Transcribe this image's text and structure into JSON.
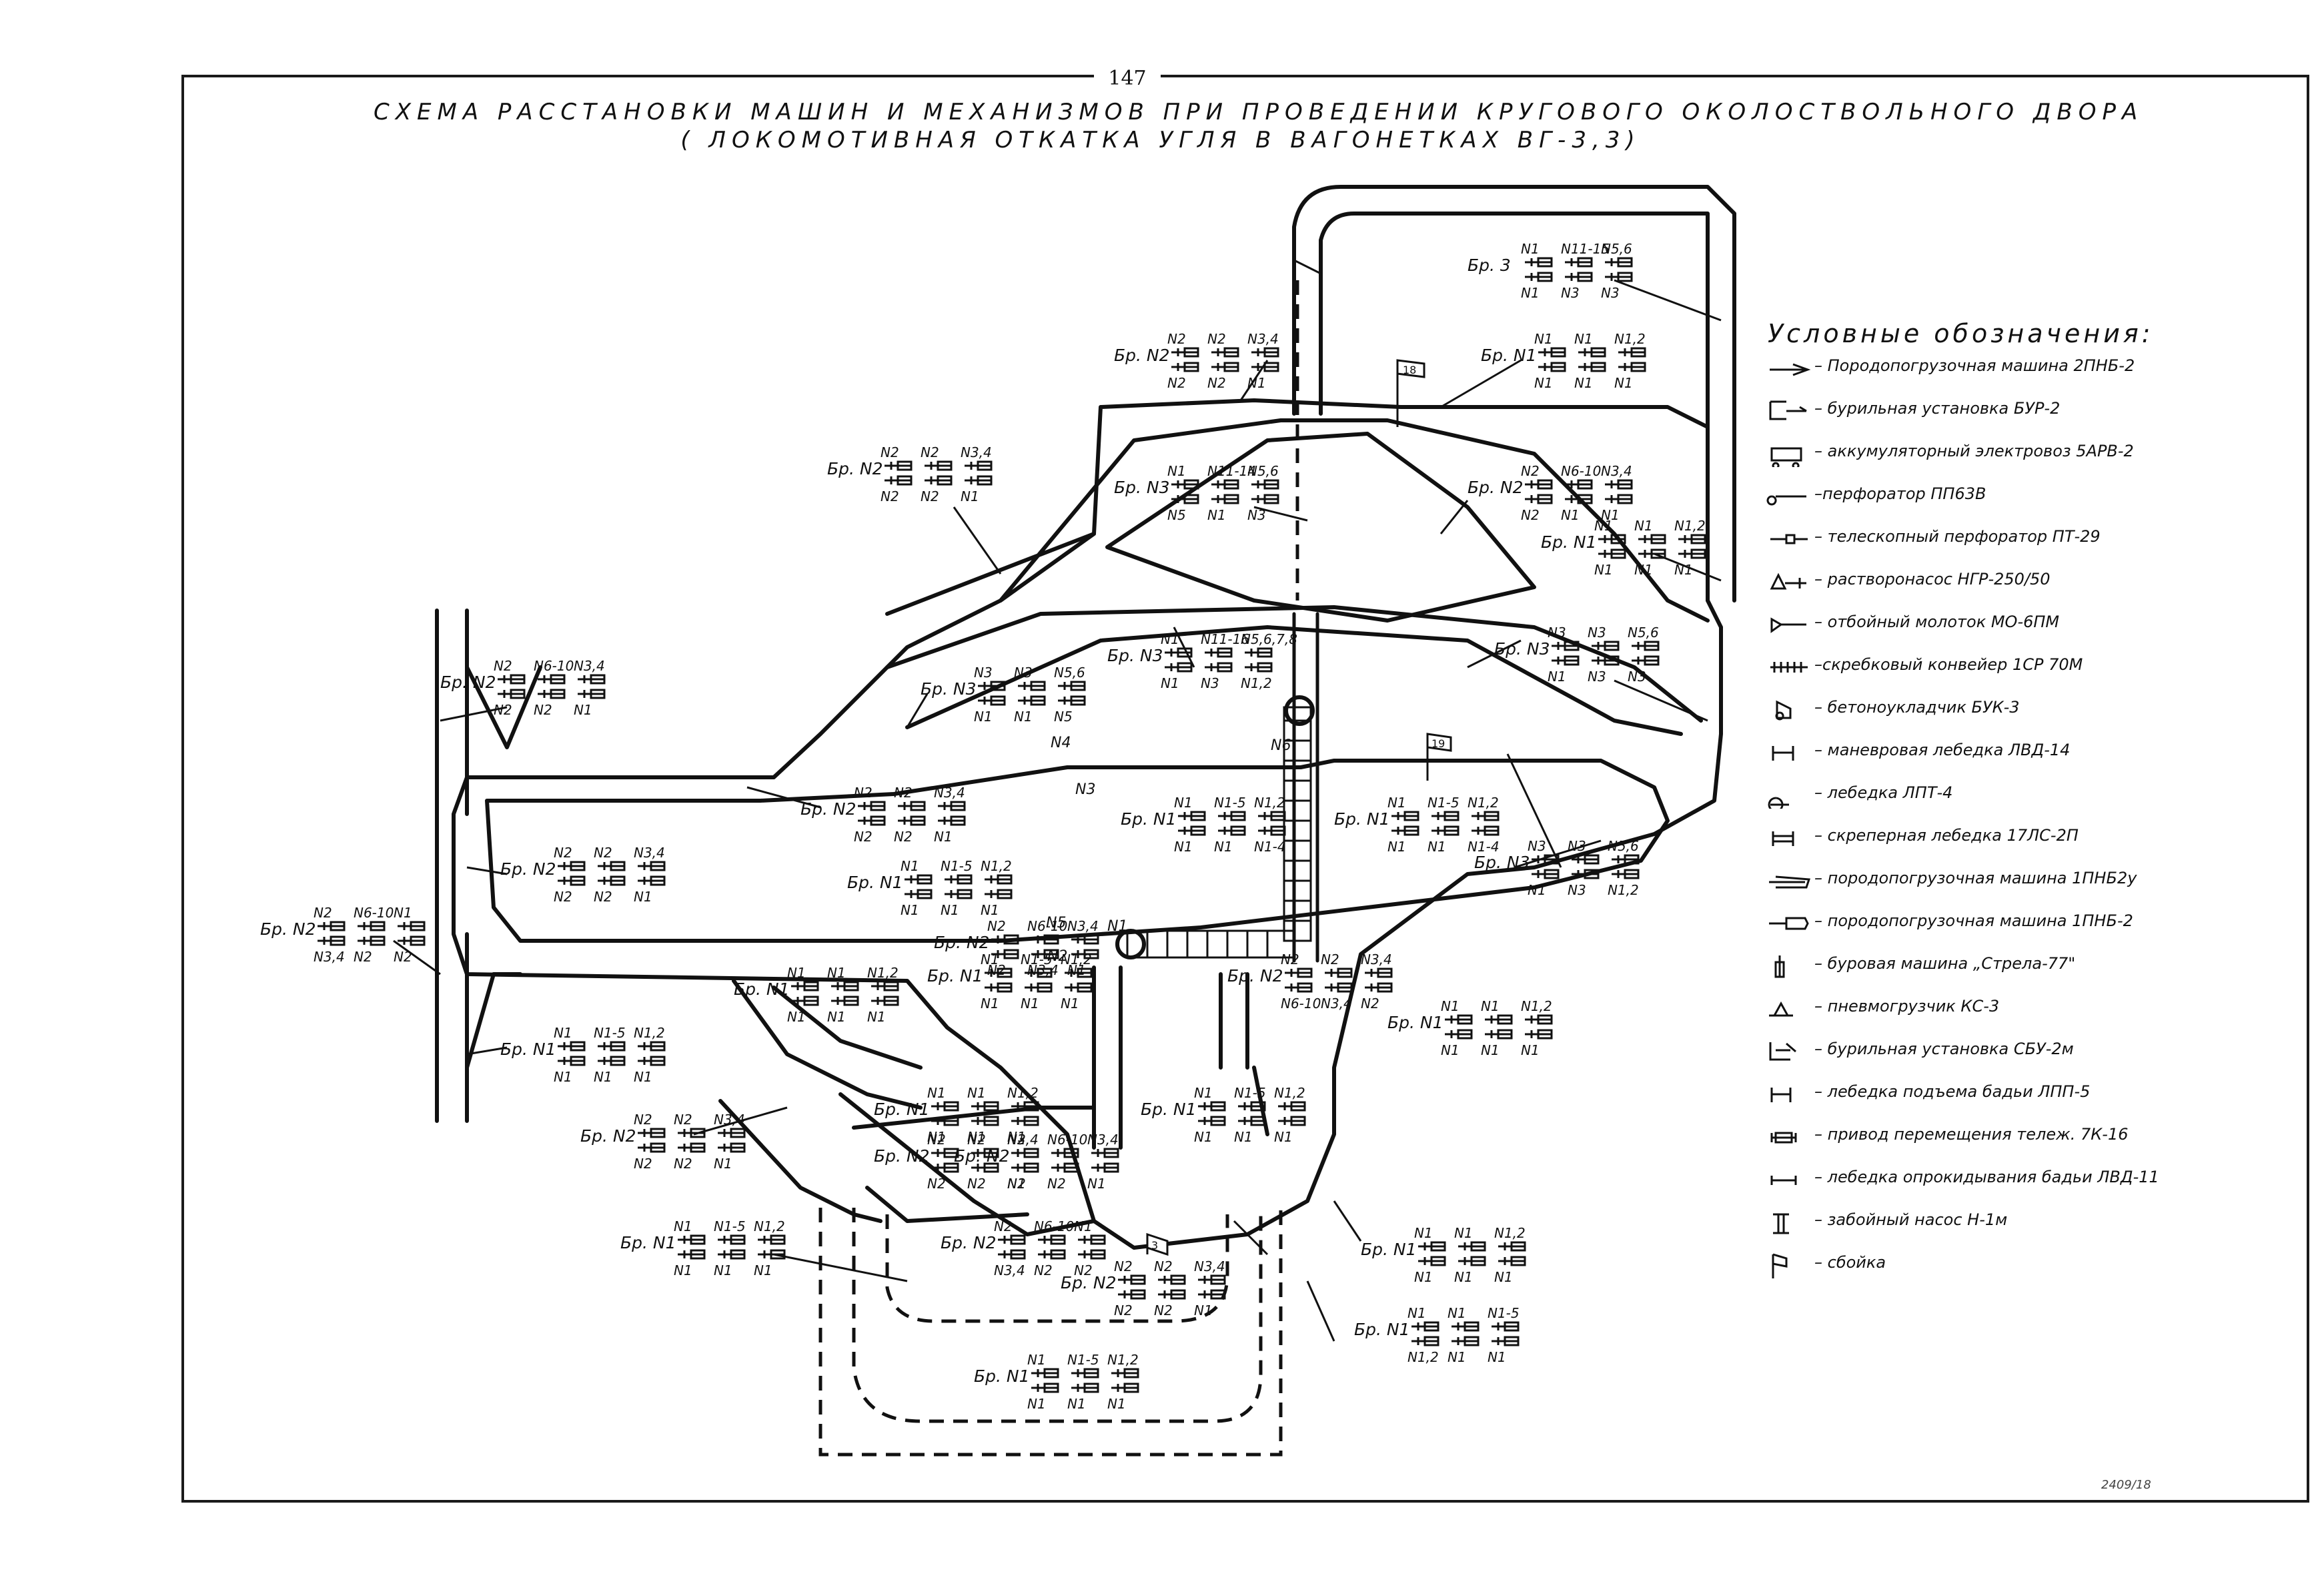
{
  "page_number": "147",
  "title": {
    "line1": "СХЕМА РАССТАНОВКИ МАШИН И МЕХАНИЗМОВ ПРИ ПРОВЕДЕНИИ КРУГОВОГО ОКОЛОСТВОЛЬНОГО ДВОРА",
    "line2": "( ЛОКОМОТИВНАЯ ОТКАТКА УГЛЯ В ВАГОНЕТКАХ ВГ-3,3)"
  },
  "legend": {
    "heading": "Условные обозначения:",
    "items": [
      {
        "icon": "loader-2pnb2-icon",
        "label": "– Породопогрузочная машина 2ПНБ-2"
      },
      {
        "icon": "drill-rig-bur2-icon",
        "label": "– бурильная установка БУР-2"
      },
      {
        "icon": "battery-locomotive-icon",
        "label": "– аккумуляторный электровоз 5АРВ-2"
      },
      {
        "icon": "perforator-icon",
        "label": "–перфоратор ПП63В"
      },
      {
        "icon": "telescopic-perforator-icon",
        "label": "– телескопный перфоратор ПТ-29"
      },
      {
        "icon": "mortar-pump-icon",
        "label": "– растворонасос НГР-250/50"
      },
      {
        "icon": "pick-hammer-icon",
        "label": "– отбойный молоток МО-6ПМ"
      },
      {
        "icon": "scraper-conveyor-icon",
        "label": "–скребковый конвейер 1СР 70М"
      },
      {
        "icon": "concrete-placer-icon",
        "label": "– бетоноукладчик БУК-3"
      },
      {
        "icon": "shunting-winch-icon",
        "label": "– маневровая лебедка ЛВД-14"
      },
      {
        "icon": "winch-lpt-icon",
        "label": "– лебедка ЛПТ-4"
      },
      {
        "icon": "scraper-winch-icon",
        "label": "– скреперная лебедка 17ЛС-2П"
      },
      {
        "icon": "loader-1pnb2u-icon",
        "label": "– породопогрузочная машина 1ПНБ2у"
      },
      {
        "icon": "loader-1pnb2-icon",
        "label": "– породопогрузочная машина 1ПНБ-2"
      },
      {
        "icon": "drill-machine-strela-icon",
        "label": "– буровая машина „Стрела-77\""
      },
      {
        "icon": "pneumatic-loader-icon",
        "label": "– пневмогрузчик КС-3"
      },
      {
        "icon": "drill-rig-sbu-icon",
        "label": "– бурильная установка СБУ-2м"
      },
      {
        "icon": "bucket-winch-icon",
        "label": "– лебедка подъема бадьи ЛПП-5"
      },
      {
        "icon": "trolley-drive-icon",
        "label": "– привод перемещения тележ. 7К-16"
      },
      {
        "icon": "tipping-winch-icon",
        "label": "– лебедка опрокидывания бадьи ЛВД-11"
      },
      {
        "icon": "face-pump-icon",
        "label": "– забойный насос Н-1м"
      },
      {
        "icon": "junction-flag-icon",
        "label": "– сбойка"
      }
    ]
  },
  "brigades": [
    {
      "name": "Бр. 3",
      "counts": [
        "N1",
        "N11-15",
        "N5,6",
        "N1",
        "N3",
        "N3"
      ]
    },
    {
      "name": "Бр. N2",
      "counts": [
        "N2",
        "N2",
        "N3,4",
        "N2",
        "N2",
        "N1"
      ]
    },
    {
      "name": "Бр. N1",
      "counts": [
        "N1",
        "N1",
        "N1,2",
        "N1",
        "N1",
        "N1"
      ]
    },
    {
      "name": "Бр. N2",
      "counts": [
        "N2",
        "N2",
        "N3,4",
        "N2",
        "N2",
        "N1"
      ]
    },
    {
      "name": "Бр. N3",
      "counts": [
        "N1",
        "N11-14",
        "N5,6",
        "N5",
        "N1",
        "N3"
      ]
    },
    {
      "name": "Бр. N2",
      "counts": [
        "N2",
        "N6-10",
        "N3,4",
        "N2",
        "N1",
        "N1"
      ]
    },
    {
      "name": "Бр. N1",
      "counts": [
        "N1",
        "N1",
        "N1,2",
        "N1",
        "N1",
        "N1"
      ]
    },
    {
      "name": "Бр. N2",
      "counts": [
        "N2",
        "N6-10",
        "N3,4",
        "N2",
        "N2",
        "N1"
      ]
    },
    {
      "name": "Бр. N3",
      "counts": [
        "N3",
        "N3",
        "N5,6",
        "N1",
        "N3",
        "N3"
      ]
    },
    {
      "name": "Бр. N3",
      "counts": [
        "N1",
        "N11-16",
        "N5,6,7,8",
        "N1",
        "N3",
        "N1,2"
      ]
    },
    {
      "name": "Бр. N3",
      "counts": [
        "N3",
        "N3",
        "N5,6",
        "N1",
        "N1",
        "N5"
      ]
    },
    {
      "name": "Бр. N2",
      "counts": [
        "N2",
        "N2",
        "N3,4",
        "N2",
        "N2",
        "N1"
      ]
    },
    {
      "name": "Бр. N1",
      "counts": [
        "N1",
        "N1-5",
        "N1,2",
        "N1",
        "N1",
        "N1-4"
      ]
    },
    {
      "name": "Бр. N1",
      "counts": [
        "N1",
        "N1-5",
        "N1,2",
        "N1",
        "N1",
        "N1-4"
      ]
    },
    {
      "name": "Бр. N2",
      "counts": [
        "N2",
        "N2",
        "N3,4",
        "N2",
        "N2",
        "N1"
      ]
    },
    {
      "name": "Бр. N3",
      "counts": [
        "N3",
        "N3",
        "N5,6",
        "N1",
        "N3",
        "N1,2"
      ]
    },
    {
      "name": "Бр. N1",
      "counts": [
        "N1",
        "N1-5",
        "N1,2",
        "N1",
        "N1",
        "N1"
      ]
    },
    {
      "name": "Бр. N2",
      "counts": [
        "N2",
        "N6-10",
        "N1",
        "N3,4",
        "N2",
        "N2"
      ]
    },
    {
      "name": "Бр. N1",
      "counts": [
        "N1",
        "N1-5",
        "N1,2",
        "N1",
        "N1",
        "N1"
      ]
    },
    {
      "name": "Бр. N1",
      "counts": [
        "N1",
        "N1",
        "N1,2",
        "N1",
        "N1",
        "N1"
      ]
    },
    {
      "name": "Бр. N1",
      "counts": [
        "N1",
        "N1-5",
        "N1,2",
        "N1",
        "N1",
        "N1"
      ]
    },
    {
      "name": "Бр. N2",
      "counts": [
        "N2",
        "N6-10",
        "N3,4",
        "N2",
        "N3,4",
        "N1"
      ]
    },
    {
      "name": "Бр. N1",
      "counts": [
        "N1",
        "N1",
        "N1,2",
        "N1",
        "N1",
        "N1"
      ]
    },
    {
      "name": "Бр. N1",
      "counts": [
        "N1",
        "N1-5",
        "N1,2",
        "N1",
        "N1",
        "N1"
      ]
    },
    {
      "name": "Бр. N2",
      "counts": [
        "N2",
        "N2",
        "N3,4",
        "N2",
        "N2",
        "N1"
      ]
    },
    {
      "name": "Бр. N1",
      "counts": [
        "N1",
        "N1",
        "N1,2",
        "N1",
        "N1",
        "N1"
      ]
    },
    {
      "name": "Бр. N2",
      "counts": [
        "N2",
        "N2",
        "N3,4",
        "N2",
        "N2",
        "N1"
      ]
    },
    {
      "name": "Бр. N2",
      "counts": [
        "N2",
        "N6-10",
        "N3,4",
        "N2",
        "N2",
        "N1"
      ]
    },
    {
      "name": "Бр. N2",
      "counts": [
        "N2",
        "N6-10",
        "N1",
        "N3,4",
        "N2",
        "N2"
      ]
    },
    {
      "name": "Бр. N1",
      "counts": [
        "N1",
        "N1-5",
        "N1,2",
        "N1",
        "N1",
        "N1"
      ]
    },
    {
      "name": "Бр. N2",
      "counts": [
        "N2",
        "N2",
        "N3,4",
        "N2",
        "N2",
        "N1"
      ]
    },
    {
      "name": "Бр. N1",
      "counts": [
        "N1",
        "N1",
        "N1,2",
        "N1",
        "N1",
        "N1"
      ]
    },
    {
      "name": "Бр. N2",
      "counts": [
        "N2",
        "N2",
        "N3,4",
        "N6-10",
        "N3,4",
        "N2"
      ]
    },
    {
      "name": "Бр. N1",
      "counts": [
        "N1",
        "N1",
        "N1-5",
        "N1,2",
        "N1",
        "N1"
      ]
    },
    {
      "name": "Бр. N1",
      "counts": [
        "N1",
        "N1-5",
        "N1,2",
        "N1",
        "N1",
        "N1"
      ]
    }
  ],
  "point_labels": {
    "p1": "N1",
    "p2": "N2",
    "p3": "N3",
    "p4": "N4",
    "p5": "N5",
    "p6": "N6"
  },
  "flag_labels": {
    "f1": "18",
    "f2": "19",
    "f3": "3"
  },
  "stamp": "2409/18"
}
